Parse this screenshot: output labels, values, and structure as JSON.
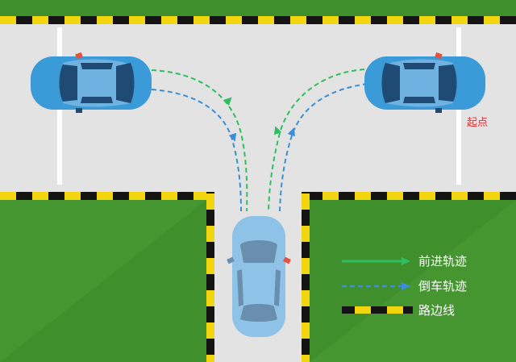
{
  "start_label": "起点",
  "legend": {
    "items": [
      {
        "label": "前进轨迹",
        "kind": "forward-line",
        "color": "#2fbf62"
      },
      {
        "label": "倒车轨迹",
        "kind": "reverse-line",
        "color": "#3a8fd8"
      },
      {
        "label": "路边线",
        "kind": "curb-line",
        "color": "#f2d40f"
      }
    ]
  },
  "colors": {
    "road": "#e3e3e3",
    "grass": "#3f8f2c",
    "grass_dark": "#2f6f1f",
    "curb_yellow": "#f2d40f",
    "curb_black": "#141414",
    "car_body": "#3b9ad8",
    "car_body_light": "#8ec2e6",
    "car_glass": "#1e4a74",
    "mirror_red": "#e3533f",
    "stop_line": "#ffffff",
    "forward_path": "#2fbf62",
    "reverse_path": "#3a8fd8"
  }
}
